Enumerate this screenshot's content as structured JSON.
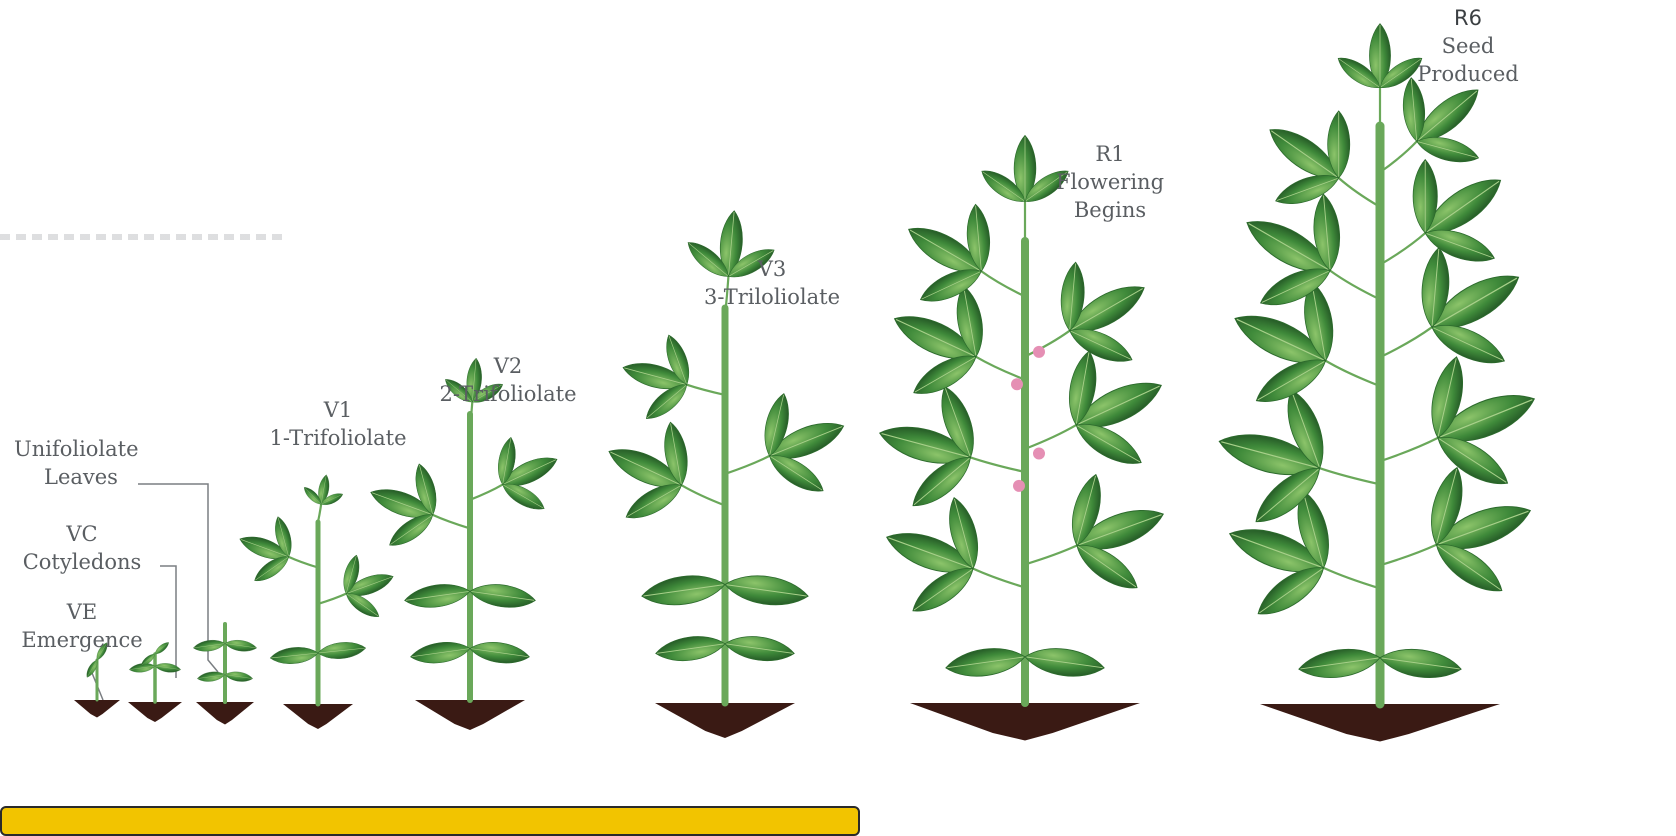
{
  "stages": [
    {
      "id": "ve",
      "code": "VE",
      "name": "Emergence"
    },
    {
      "id": "vc",
      "code": "VC",
      "name": "Cotyledons"
    },
    {
      "id": "uni",
      "code": "",
      "name_line1": "Unifoliolate",
      "name_line2": "Leaves"
    },
    {
      "id": "v1",
      "code": "V1",
      "name": "1-Trifoliolate"
    },
    {
      "id": "v2",
      "code": "V2",
      "name": "2-Trifoliolate"
    },
    {
      "id": "v3",
      "code": "V3",
      "name": "3-Triloliolate"
    },
    {
      "id": "r1",
      "code": "R1",
      "name_line1": "Flowering",
      "name_line2": "Begins"
    },
    {
      "id": "r6",
      "code": "R6",
      "name_line1": "Seed",
      "name_line2": "Produced"
    }
  ],
  "colors": {
    "leaf": "#3f8a3a",
    "leaf_light": "#79b95c",
    "leaf_dark": "#1f4f22",
    "stem": "#6aa85a",
    "soil": "#3a1a14",
    "flower": "#e58fb4",
    "leader": "#7a7e82",
    "banner": "#f2c400"
  }
}
